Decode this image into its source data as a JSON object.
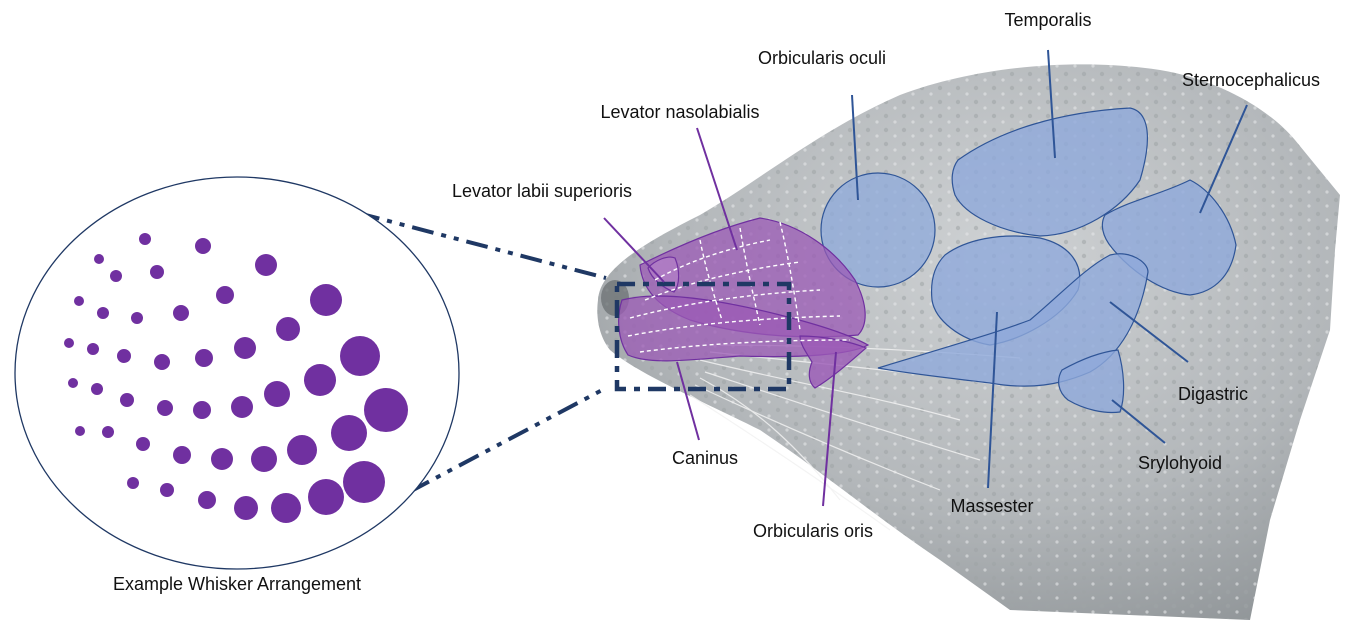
{
  "colors": {
    "muscle_blue": "#8ea9db",
    "muscle_blue_stroke": "#2f5597",
    "leader_blue": "#2f5597",
    "muscle_purple": "#9b59b6",
    "muscle_purple_stroke": "#7030a0",
    "leader_purple": "#7030a0",
    "whisker_dot": "#7030a0",
    "callout_dash": "#1f3864",
    "seal_body": "#b8bcbf"
  },
  "labels": {
    "temporalis": "Temporalis",
    "orbicularis_oculi": "Orbicularis oculi",
    "sternocephalicus": "Sternocephalicus",
    "levator_nasolabialis": "Levator nasolabialis",
    "levator_labii_superioris": "Levator labii superioris",
    "caninus": "Caninus",
    "orbicularis_oris": "Orbicularis oris",
    "massester": "Massester",
    "digastric": "Digastric",
    "srylohyoid": "Srylohyoid"
  },
  "inset": {
    "caption": "Example Whisker Arrangement"
  }
}
